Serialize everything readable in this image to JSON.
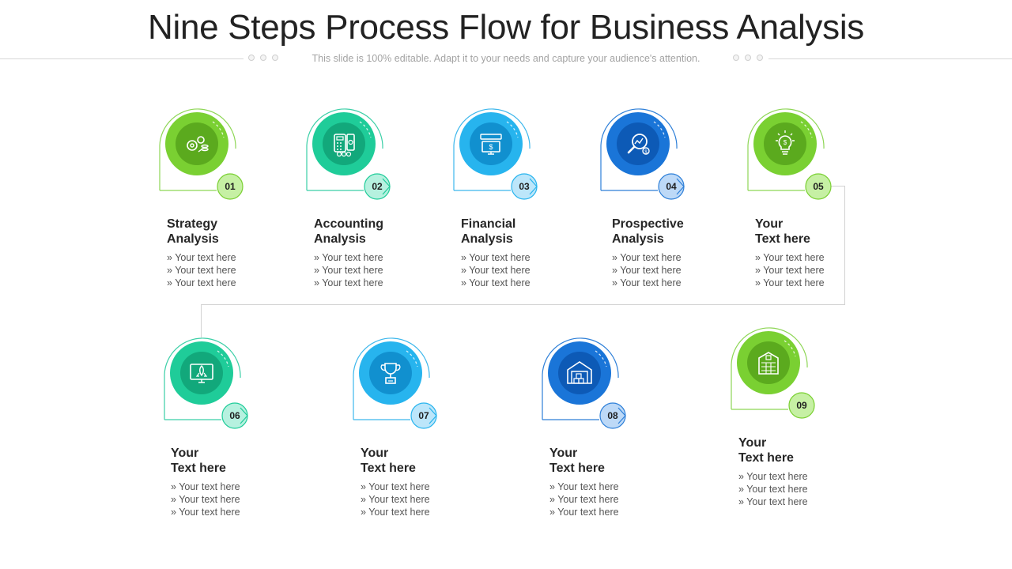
{
  "title": "Nine Steps Process Flow for Business Analysis",
  "subtitle": "This slide is 100% editable. Adapt it to your needs and capture your audience's attention.",
  "colors": {
    "green": "#7AD032",
    "teal": "#1FCC99",
    "sky": "#27B4EE",
    "blue": "#1A75D8"
  },
  "steps": [
    {
      "number": "01",
      "title_line1": "Strategy",
      "title_line2": "Analysis",
      "bullets": [
        "» Your text here",
        "» Your text here",
        "» Your text here"
      ],
      "icon": "gears-coins-icon"
    },
    {
      "number": "02",
      "title_line1": "Accounting",
      "title_line2": "Analysis",
      "bullets": [
        "» Your text here",
        "» Your text here",
        "» Your text here"
      ],
      "icon": "calculator-coins-icon"
    },
    {
      "number": "03",
      "title_line1": "Financial",
      "title_line2": "Analysis",
      "bullets": [
        "» Your text here",
        "» Your text here",
        "» Your text here"
      ],
      "icon": "monitor-dollar-icon"
    },
    {
      "number": "04",
      "title_line1": "Prospective",
      "title_line2": "Analysis",
      "bullets": [
        "» Your text here",
        "» Your text here",
        "» Your text here"
      ],
      "icon": "magnifier-chart-icon"
    },
    {
      "number": "05",
      "title_line1": "Your",
      "title_line2": "Text here",
      "bullets": [
        "» Your text here",
        "» Your text here",
        "» Your text here"
      ],
      "icon": "lightbulb-icon"
    },
    {
      "number": "06",
      "title_line1": "Your",
      "title_line2": "Text here",
      "bullets": [
        "» Your text here",
        "» Your text here",
        "» Your text here"
      ],
      "icon": "rocket-monitor-icon"
    },
    {
      "number": "07",
      "title_line1": "Your",
      "title_line2": "Text here",
      "bullets": [
        "» Your text here",
        "» Your text here",
        "» Your text here"
      ],
      "icon": "trophy-icon"
    },
    {
      "number": "08",
      "title_line1": "Your",
      "title_line2": "Text here",
      "bullets": [
        "» Your text here",
        "» Your text here",
        "» Your text here"
      ],
      "icon": "warehouse-icon"
    },
    {
      "number": "09",
      "title_line1": "Your",
      "title_line2": "Text here",
      "bullets": [
        "» Your text here",
        "» Your text here",
        "» Your text here"
      ],
      "icon": "building-icon"
    }
  ]
}
